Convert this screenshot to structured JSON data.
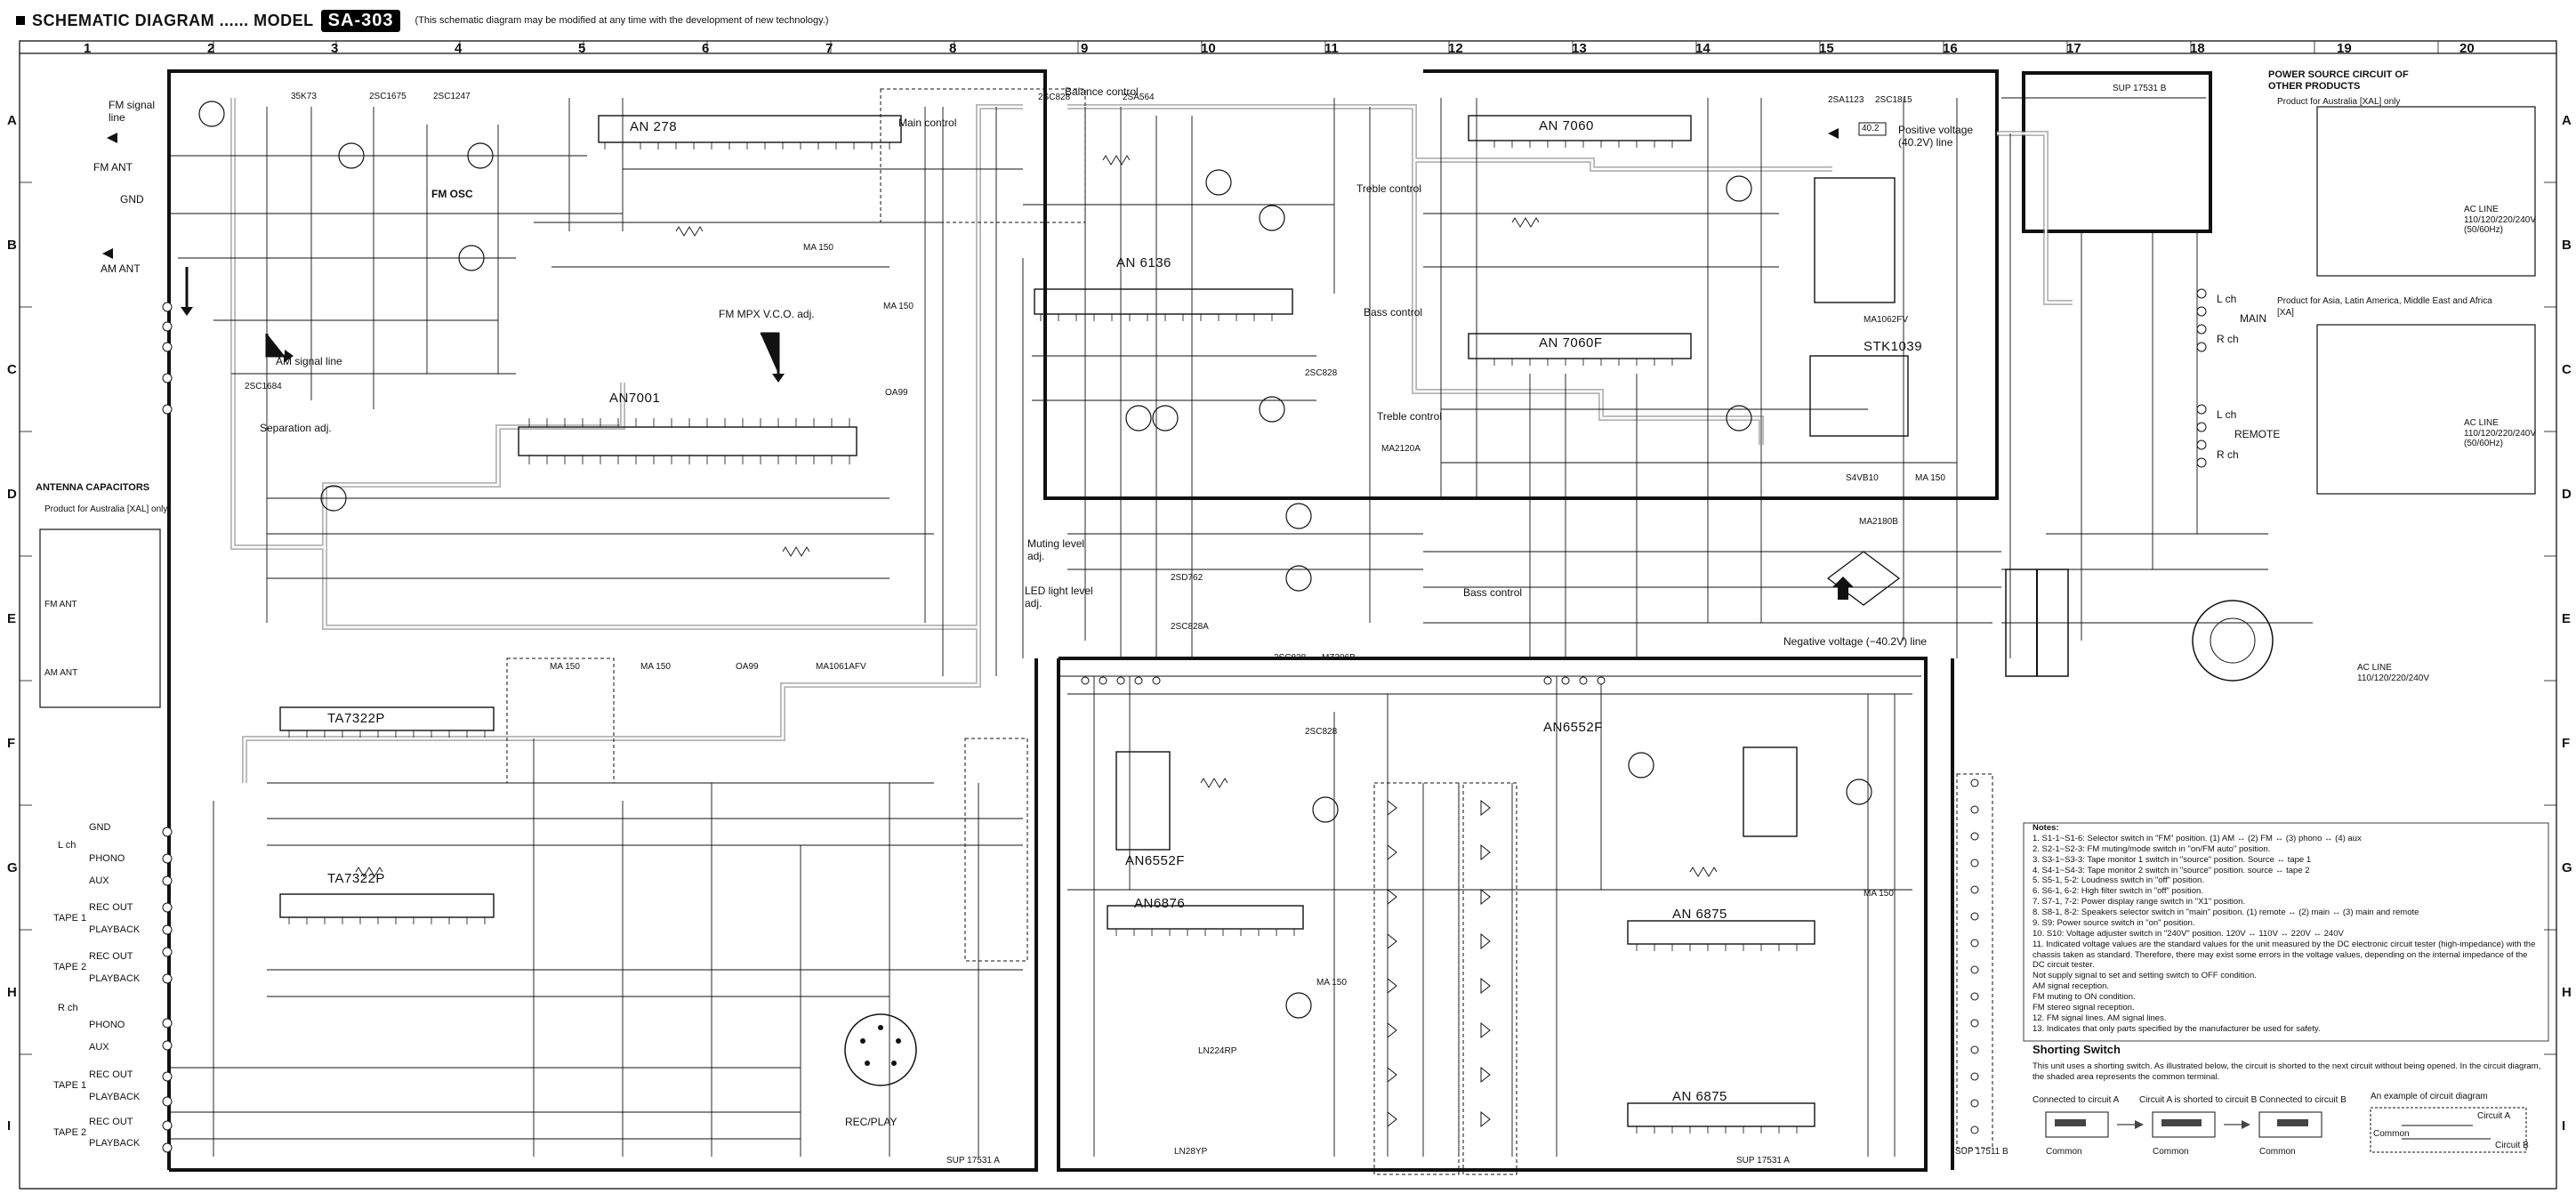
{
  "header": {
    "title": "SCHEMATIC DIAGRAM ...... MODEL",
    "model_badge": "SA-303",
    "note": "(This schematic diagram may be modified at any time with the development of new technology.)"
  },
  "grid": {
    "columns": [
      "1",
      "2",
      "3",
      "4",
      "5",
      "6",
      "7",
      "8",
      "9",
      "10",
      "11",
      "12",
      "13",
      "14",
      "15",
      "16",
      "17",
      "18",
      "19",
      "20"
    ],
    "rows": [
      "A",
      "B",
      "C",
      "D",
      "E",
      "F",
      "G",
      "H",
      "I"
    ]
  },
  "annotations": {
    "fm_signal_line": "FM signal line",
    "fm_osc": "FM OSC",
    "am_signal_line": "AM signal line",
    "fm_mpx_vco": "FM MPX V.C.O. adj.",
    "separation_adj": "Separation adj.",
    "main_control": "Main control",
    "balance_control": "Balance control",
    "treble_control_1": "Treble control",
    "bass_control_1": "Bass control",
    "treble_control_2": "Treble control",
    "bass_control_2": "Bass control",
    "positive_voltage": "Positive voltage (40.2V) line",
    "negative_voltage": "Negative voltage (−40.2V) line",
    "muting_level": "Muting level adj.",
    "led_light_level": "LED light level adj.",
    "rec_play": "REC/PLAY",
    "v_pos": "40.2"
  },
  "antenna_terminals": [
    "FM ANT",
    "GND",
    "AM ANT"
  ],
  "antenna_caps": {
    "title": "ANTENNA CAPACITORS",
    "subtitle": "Product for Australia [XAL] only",
    "fm_ant": "FM ANT",
    "am_ant": "AM ANT"
  },
  "ics": {
    "an278": "AN 278",
    "an6136": "AN 6136",
    "an7001": "AN7001",
    "an7060": "AN 7060",
    "an7060f": "AN 7060F",
    "ta7322p_1": "TA7322P",
    "ta7322p_2": "TA7322P",
    "an6876": "AN6876",
    "an6552f_1": "AN6552F",
    "an6552f_2": "AN6552F",
    "an6875_1": "AN 6875",
    "an6875_2": "AN 6875",
    "stk1039": "STK1039"
  },
  "parts": {
    "q1": "35K73",
    "q2": "2SC1675",
    "q3": "2SC1247",
    "q4": "2SC1684",
    "q5": "2SC828",
    "q6": "2SA564",
    "q7": "2SA1123",
    "q8": "2SC1815",
    "q9": "2SC828",
    "q10": "2SD762",
    "q11": "2SC828A",
    "q12": "2SC828",
    "q13": "2SC828",
    "d1": "MA 150",
    "d2": "MA 150",
    "d3": "OA99",
    "d4": "MA1061AFV",
    "d5": "MA 150",
    "d6": "OA99",
    "d7": "MA 150",
    "d8": "MA 150",
    "d9": "MA1062FV",
    "d10": "MA2120A",
    "d11": "MZ306B",
    "d12": "S4VB10",
    "d13": "MA 150",
    "d14": "MA2180B",
    "d15": "MA 150",
    "led1": "LN224RP",
    "led2": "LN28YP",
    "sup_a": "SUP 17531 A",
    "sup_a2": "SUP 17531 A",
    "sup_b": "SUP 17531 B",
    "sup_b2": "SUP 17511 B"
  },
  "jacks": {
    "l_ch": "L ch",
    "r_ch": "R ch",
    "gnd": "GND",
    "phono": "PHONO",
    "aux": "AUX",
    "tape1": "TAPE 1",
    "tape2": "TAPE 2",
    "rec_out": "REC OUT",
    "playback": "PLAYBACK"
  },
  "speaker_terminals": {
    "main_l": "L ch",
    "main_r": "R ch",
    "main": "MAIN",
    "remote_l": "L ch",
    "remote_r": "R ch",
    "remote": "REMOTE"
  },
  "power_source": {
    "title": "POWER SOURCE CIRCUIT OF OTHER PRODUCTS",
    "sub1": "Product for Australia [XAL] only",
    "ac1": "AC LINE 110/120/220/240V (50/60Hz)",
    "sub2": "Product for Asia, Latin America, Middle East and Africa [XA]",
    "ac2": "AC LINE 110/120/220/240V (50/60Hz)",
    "ac_main": "AC LINE 110/120/220/240V"
  },
  "notes": {
    "title": "Notes:",
    "items": [
      "1. S1-1~S1-6: Selector switch in \"FM\" position. (1) AM ↔ (2) FM ↔ (3) phono ↔ (4) aux",
      "2. S2-1~S2-3: FM muting/mode switch in \"on/FM auto\" position.",
      "3. S3-1~S3-3: Tape monitor 1 switch in \"source\" position.  Source ↔ tape 1",
      "4. S4-1~S4-3: Tape monitor 2 switch in \"source\" position.  source ↔ tape 2",
      "5. S5-1, 5-2: Loudness switch in \"off\" position.",
      "6. S6-1, 6-2: High filter switch in \"off\" position.",
      "7. S7-1, 7-2: Power display range switch in \"X1\" position.",
      "8. S8-1, 8-2: Speakers selector switch in \"main\" position. (1) remote ↔ (2) main ↔ (3) main and remote",
      "9. S9: Power source switch in \"on\" position.",
      "10. S10: Voltage adjuster switch in \"240V\" position. 120V ↔ 110V ↔ 220V ↔ 240V",
      "11. Indicated voltage values are the standard values for the unit measured by the DC electronic circuit tester (high-impedance) with the chassis taken as standard. Therefore, there may exist some errors in the voltage values, depending on the internal impedance of the DC circuit tester.",
      "     Not supply signal to set and setting switch to OFF condition.",
      "     AM signal reception.",
      "     FM muting to ON condition.",
      "     FM stereo signal reception.",
      "12. FM signal lines.     AM signal lines.",
      "13. Indicates that only parts specified by the manufacturer be used for safety."
    ]
  },
  "shorting_switch": {
    "title": "Shorting Switch",
    "text": "This unit uses a shorting switch.  As illustrated below, the circuit is shorted to the next circuit without being opened. In the circuit diagram, the shaded area represents the common terminal.",
    "label_a": "Connected to circuit A",
    "label_ab": "Circuit A is shorted to circuit B",
    "label_b": "Connected to circuit B",
    "example": "An example of circuit diagram",
    "common": "Common",
    "circuit_a": "Circuit A",
    "circuit_b": "Circuit B"
  }
}
